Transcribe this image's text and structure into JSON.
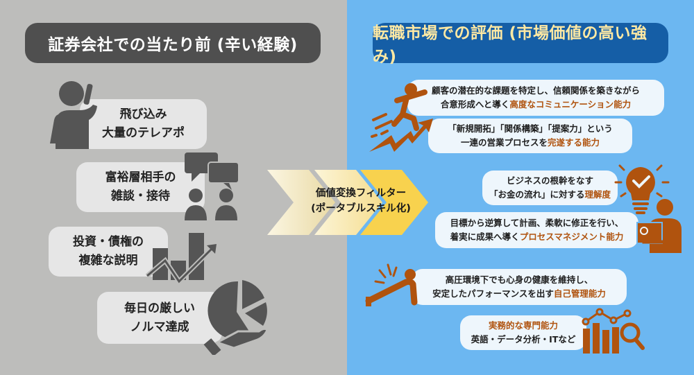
{
  "left": {
    "title": "証券会社での当たり前 (辛い経験)",
    "items": [
      {
        "line1": "飛び込み",
        "line2": "大量のテレアポ",
        "icon": "person-phone-icon"
      },
      {
        "line1": "富裕層相手の",
        "line2": "雑談・接待",
        "icon": "people-chat-icon"
      },
      {
        "line1": "投資・債権の",
        "line2": "複雑な説明",
        "icon": "bar-chart-trend-icon"
      },
      {
        "line1": "毎日の厳しい",
        "line2": "ノルマ達成",
        "icon": "hand-pie-chart-icon"
      }
    ]
  },
  "filter": {
    "line1": "価値変換フィルター",
    "line2": "(ポータブルスキル化)"
  },
  "right": {
    "title": "転職市場での評価 (市場価値の高い強み)",
    "items": [
      {
        "line1": "顧客の潜在的な課題を特定し、信頼関係を築きながら",
        "line2_plain": "合意形成へと導く",
        "line2_hl": "高度なコミュニケーション能力",
        "icon": "running-person-icon"
      },
      {
        "line1": "「新規開拓」「関係構築」「提案力」という",
        "line2_plain": "一連の営業プロセスを",
        "line2_hl": "完遂する能力",
        "icon": "growth-arrow-icon"
      },
      {
        "line1": "ビジネスの根幹をなす",
        "line2_plain": "「お金の流れ」に対する",
        "line2_hl": "理解度",
        "icon": "lightbulb-check-icon"
      },
      {
        "line1": "目標から逆算して計画、柔軟に修正を行い、",
        "line2_plain": "着実に成果へ導く",
        "line2_hl": "プロセスマネジメント能力",
        "icon": "person-laptop-icon"
      },
      {
        "line1": "高圧環境下でも心身の健康を維持し、",
        "line2_plain": "安定したパフォーマンスを出す",
        "line2_hl": "自己管理能力",
        "icon": "pushup-person-icon"
      },
      {
        "line1_hl": "実務的な専門能力",
        "line2_plain": "英語・データ分析・ITなど",
        "icon": "data-analysis-icon"
      }
    ]
  },
  "colors": {
    "left_bg": "#bdbdbb",
    "right_bg": "#6cb7f1",
    "left_title_bg": "#4f4f4f",
    "right_title_bg": "#155ea6",
    "right_title_text": "#ffe9a3",
    "accent_brown": "#b0530e",
    "icon_gray": "#555555",
    "chevron_gold": "#f8d24e"
  }
}
